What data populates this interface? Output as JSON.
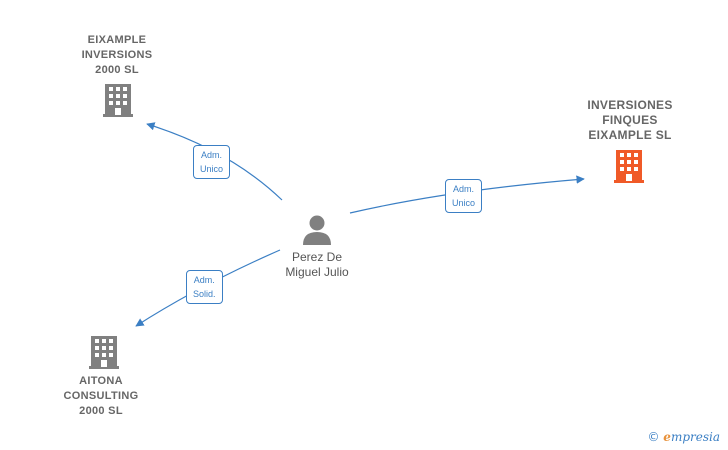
{
  "nodes": {
    "eixample_inversions": {
      "label_lines": [
        "EIXAMPLE",
        "INVERSIONS",
        "2000  SL"
      ]
    },
    "inversiones_finques": {
      "label_lines": [
        "INVERSIONES",
        "FINQUES",
        "EIXAMPLE  SL"
      ]
    },
    "aitona_consulting": {
      "label_lines": [
        "AITONA",
        "CONSULTING",
        "2000  SL"
      ]
    },
    "person": {
      "label_lines": [
        "Perez De",
        "Miguel Julio"
      ]
    }
  },
  "edges": [
    {
      "label_lines": [
        "Adm.",
        "Unico"
      ]
    },
    {
      "label_lines": [
        "Adm.",
        "Unico"
      ]
    },
    {
      "label_lines": [
        "Adm.",
        "Solid."
      ]
    }
  ],
  "watermark": {
    "copyright": "©",
    "brand_initial": "e",
    "brand_rest": "mpresia"
  },
  "colors": {
    "edge": "#3b7fc4",
    "company_icon": "#808080",
    "focus_icon": "#f05a28",
    "person_icon": "#808080"
  }
}
